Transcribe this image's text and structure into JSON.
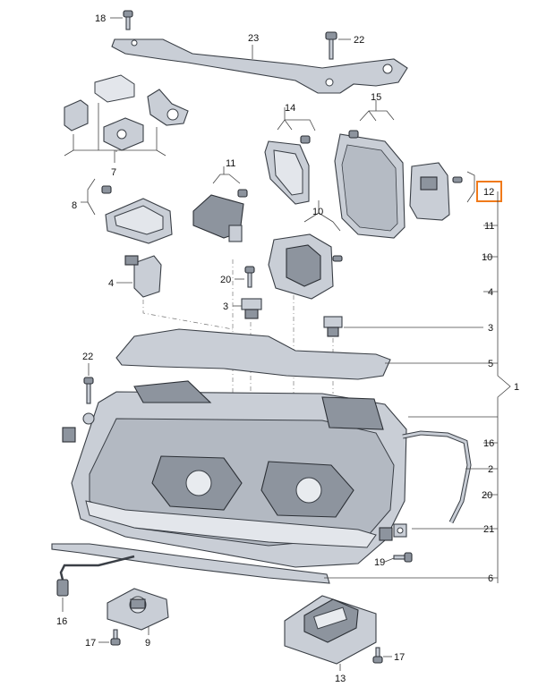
{
  "labels": {
    "p1": "1",
    "p2": "2",
    "p3a": "3",
    "p3b": "3",
    "p4a": "4",
    "p4b": "4",
    "p5": "5",
    "p6": "6",
    "p7": "7",
    "p8": "8",
    "p9": "9",
    "p10a": "10",
    "p10b": "10",
    "p11a": "11",
    "p11b": "11",
    "p12": "12",
    "p13": "13",
    "p14": "14",
    "p15": "15",
    "p16a": "16",
    "p16b": "16",
    "p17a": "17",
    "p17b": "17",
    "p18": "18",
    "p19": "19",
    "p20a": "20",
    "p20b": "20",
    "p21": "21",
    "p22a": "22",
    "p22b": "22",
    "p23": "23"
  },
  "colors": {
    "highlight": "#f07a1a",
    "part_fill": "#c9ced6",
    "part_dark": "#8d949e",
    "line": "#3a3f46"
  }
}
